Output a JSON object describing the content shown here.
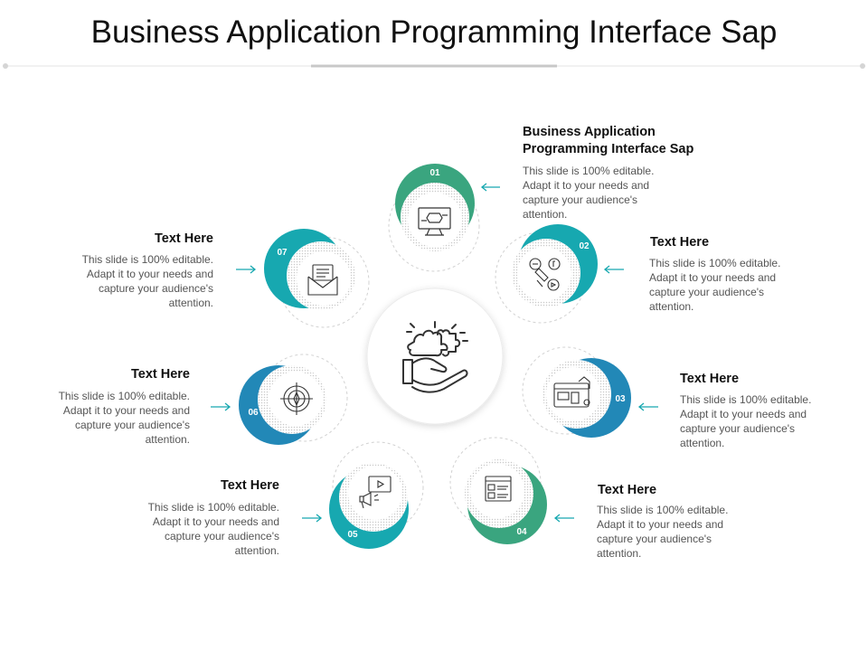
{
  "title": "Business Application Programming Interface Sap",
  "colors": {
    "green": "#3aa57f",
    "teal": "#17a8b0",
    "blue": "#2288b7",
    "line": "#d0d0d0",
    "icon": "#333333"
  },
  "items": [
    {
      "num": "01",
      "heading": "Business Application Programming Interface Sap",
      "text": "This slide is 100% editable. Adapt it to your needs and capture your audience's attention.",
      "icon": "monitor-icon"
    },
    {
      "num": "02",
      "heading": "Text Here",
      "text": "This slide is 100% editable. Adapt it to your needs and capture your audience's attention.",
      "icon": "social-media-megaphone-icon"
    },
    {
      "num": "03",
      "heading": "Text Here",
      "text": "This slide is 100% editable. Adapt it to your needs and capture your audience's attention.",
      "icon": "online-store-icon"
    },
    {
      "num": "04",
      "heading": "Text Here",
      "text": "This slide is 100% editable. Adapt it to your needs and capture your audience's attention.",
      "icon": "profile-document-icon"
    },
    {
      "num": "05",
      "heading": "Text Here",
      "text": "This slide is 100% editable. Adapt it to your needs and capture your audience's attention.",
      "icon": "video-megaphone-icon"
    },
    {
      "num": "06",
      "heading": "Text Here",
      "text": "This slide is 100% editable. Adapt it to your needs and capture your audience's attention.",
      "icon": "compass-icon"
    },
    {
      "num": "07",
      "heading": "Text Here",
      "text": "This slide is 100% editable. Adapt it to your needs and capture your audience's attention.",
      "icon": "envelope-document-icon"
    }
  ],
  "center_icon": "hand-puzzle-icon"
}
